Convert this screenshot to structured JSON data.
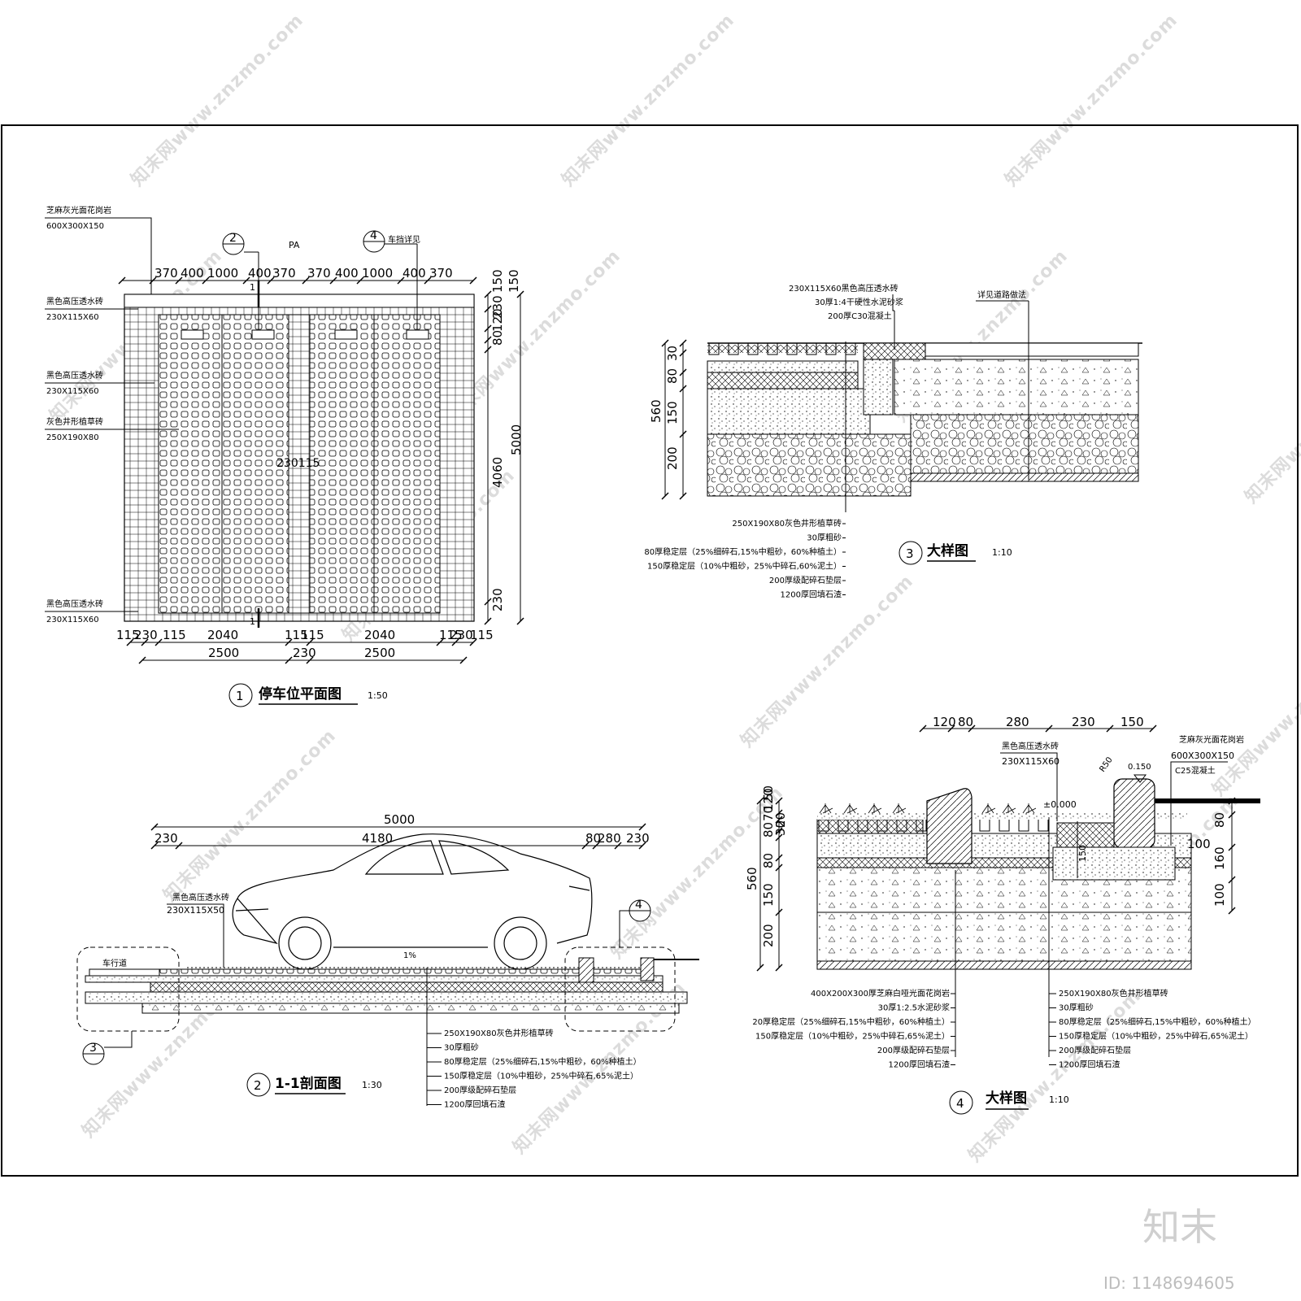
{
  "watermark": {
    "text": "知末网www.znzmo.com",
    "logo": "知末",
    "image_id": "ID: 1148694605"
  },
  "plan": {
    "title": "停车位平面图",
    "scale": "1:50",
    "index": "1",
    "labels": [
      {
        "name": "芝麻灰光面花岗岩",
        "size": "600X300X150"
      },
      {
        "name": "黑色高压透水砖",
        "size": "230X115X60"
      },
      {
        "name": "黑色高压透水砖",
        "size": "230X115X60"
      },
      {
        "name": "灰色井形植草砖",
        "size": "250X190X80"
      },
      {
        "name": "黑色高压透水砖",
        "size": "230X115X60"
      }
    ],
    "callout2": "2",
    "callout4": "4",
    "callout4_note": "车挡详见",
    "pa": "PA",
    "top_dims": [
      "370",
      "400",
      "1000",
      "400",
      "370",
      "370",
      "400",
      "1000",
      "400",
      "370"
    ],
    "right_dims": [
      "150",
      "230",
      "120",
      "80",
      "150",
      "4060",
      "5000",
      "230"
    ],
    "bottom_dims_row1": [
      "115",
      "230",
      "115",
      "2040",
      "115",
      "115",
      "2040",
      "115",
      "230",
      "115"
    ],
    "bottom_dims_row2": [
      "2500",
      "230",
      "2500"
    ],
    "section_mark": "1",
    "center_dim": "230115"
  },
  "detail3": {
    "title": "大样图",
    "scale": "1:10",
    "index": "3",
    "top_labels": [
      "230X115X60黑色高压透水砖",
      "30厚1:4干硬性水泥砂浆",
      "200厚C30混凝土"
    ],
    "road_note": "详见道路做法",
    "left_dims": [
      "30",
      "80",
      "560",
      "150",
      "200"
    ],
    "bottom_labels": [
      "250X190X80灰色井形植草砖",
      "30厚粗砂",
      "80厚稳定层（25%细碎石,15%中粗砂，60%种植土）",
      "150厚稳定层（10%中粗砂，25%中碎石,60%泥土）",
      "200厚级配碎石垫层",
      "1200厚回填石渣"
    ]
  },
  "section": {
    "title": "1-1剖面图",
    "scale": "1:30",
    "index": "2",
    "top_dims": [
      "5000"
    ],
    "second_dims": [
      "230",
      "4180",
      "80",
      "280",
      "230"
    ],
    "left_label": "黑色高压透水砖",
    "left_size": "230X115X50",
    "road_label": "车行道",
    "slope": "1%",
    "callout3": "3",
    "callout4": "4",
    "bottom_labels": [
      "250X190X80灰色井形植草砖",
      "30厚粗砂",
      "80厚稳定层（25%细碎石,15%中粗砂，60%种植土）",
      "150厚稳定层（10%中粗砂，25%中碎石,65%泥土）",
      "200厚级配碎石垫层",
      "1200厚回填石渣"
    ]
  },
  "detail4": {
    "title": "大样图",
    "scale": "1:10",
    "index": "4",
    "top_dims": [
      "120",
      "80",
      "280",
      "230",
      "150"
    ],
    "brick_label": "黑色高压透水砖",
    "brick_size": "230X115X60",
    "granite_label": "芝麻灰光面花岗岩",
    "granite_size": "600X300X150",
    "concrete": "C25混凝土",
    "r50": "R50",
    "h150": "0.150",
    "elev": "±0.000",
    "left_dims": [
      "120",
      "50",
      "70",
      "80",
      "20",
      "30",
      "560",
      "80",
      "150",
      "200"
    ],
    "right_dims": [
      "80",
      "160",
      "100",
      "100",
      "150"
    ],
    "left_labels": [
      "400X200X300厚芝麻白哑光面花岗岩",
      "30厚1:2.5水泥砂浆",
      "20厚稳定层（25%细碎石,15%中粗砂，60%种植土）",
      "150厚稳定层（10%中粗砂，25%中碎石,65%泥土）",
      "200厚级配碎石垫层",
      "1200厚回填石渣"
    ],
    "right_labels": [
      "250X190X80灰色井形植草砖",
      "30厚粗砂",
      "80厚稳定层（25%细碎石,15%中粗砂，60%种植土）",
      "150厚稳定层（10%中粗砂，25%中碎石,65%泥土）",
      "200厚级配碎石垫层",
      "1200厚回填石渣"
    ]
  }
}
